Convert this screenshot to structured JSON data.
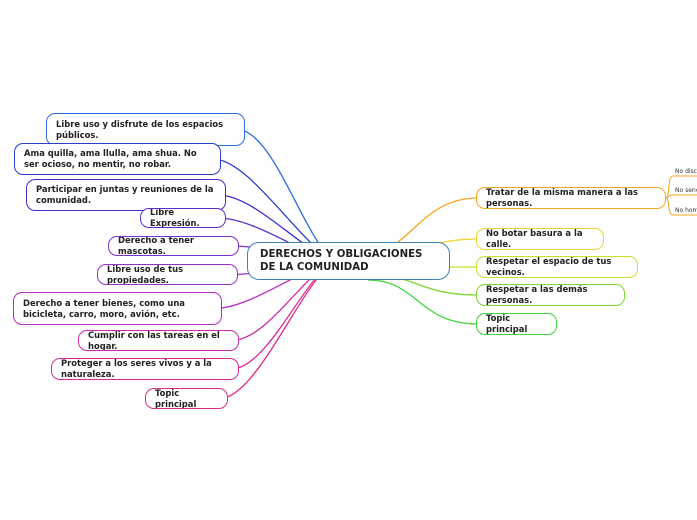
{
  "central": {
    "label": "DERECHOS Y OBLIGACIONES DE LA COMUNIDAD",
    "color": "#3b83b5"
  },
  "left_topics": [
    {
      "label": "Libre uso y disfrute de los espacios públicos.",
      "color": "#2e6bdd"
    },
    {
      "label": "Ama quilla, ama llulla, ama shua. No ser ocioso, no mentir, no robar.",
      "color": "#2a3fd0"
    },
    {
      "label": "Participar en juntas y reuniones de la comunidad.",
      "color": "#3a30cc"
    },
    {
      "label": "Libre Expresión.",
      "color": "#5a2ed0"
    },
    {
      "label": "Derecho a tener mascotas.",
      "color": "#7b2fd0"
    },
    {
      "label": "Libre uso de tus propiedades.",
      "color": "#9a2ec8"
    },
    {
      "label": "Derecho a tener bienes, como una bicicleta, carro, moro, avión, etc.",
      "color": "#b72cc2"
    },
    {
      "label": "Cumplir con las tareas en el hogar.",
      "color": "#cc2aae"
    },
    {
      "label": "Proteger a los seres vivos y a la naturaleza.",
      "color": "#d82a98"
    },
    {
      "label": "Topic principal",
      "color": "#e02a85"
    }
  ],
  "right_topics": [
    {
      "label": "Tratar de la misma manera a las personas.",
      "color": "#f5a623"
    },
    {
      "label": "No botar basura a la calle.",
      "color": "#f0d22a"
    },
    {
      "label": "Respetar el espacio de tus vecinos.",
      "color": "#c8e02a"
    },
    {
      "label": "Respetar a las demás personas.",
      "color": "#7ad632"
    },
    {
      "label": "Topic principal",
      "color": "#3ed63a"
    }
  ],
  "subtopics": [
    {
      "label": "No discriminar",
      "color": "#f5a623"
    },
    {
      "label": "No sencillo",
      "color": "#f5a623"
    },
    {
      "label": "No hombre",
      "color": "#f5a623"
    }
  ]
}
